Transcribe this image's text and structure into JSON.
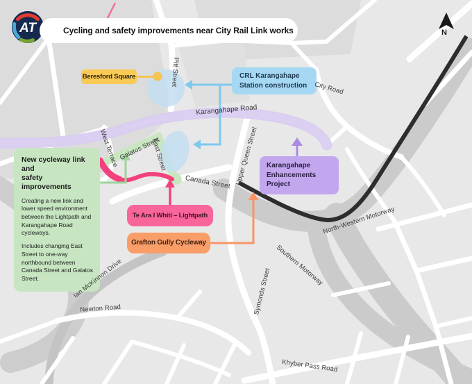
{
  "header": {
    "title": "Cycling and safety improvements near City Rail Link works",
    "logo_text": "AT"
  },
  "north_label": "N",
  "callouts": {
    "beresford": {
      "label": "Beresford Square"
    },
    "crl_station": {
      "line1": "CRL Karangahape",
      "line2": "Station construction"
    },
    "karangahape_enhancements": {
      "line1": "Karangahape",
      "line2": "Enhancements Project"
    },
    "lightpath": {
      "label": "Te Ara I Whiti – Lightpath"
    },
    "grafton_gully": {
      "label": "Grafton Gully Cycleway"
    },
    "new_cycleway_panel": {
      "title_line1": "New cycleway link and",
      "title_line2": "safety improvements",
      "para1": "Creating a new link and lower speed environment between the Lightpath and Karangahape Road cycleways.",
      "para2": "Includes changing East Street to one-way northbound between Canada Street and Galatos Street."
    }
  },
  "street_labels": {
    "pitt": "Pitt Street",
    "city_road": "City Road",
    "karangahape_road": "Karangahape Road",
    "west_terrace": "West Terrace",
    "galatos": "Galatos Street",
    "east": "East Street",
    "canada": "Canada Street",
    "upper_queen": "Upper Queen Street",
    "north_western_motorway": "North-Western Motorway",
    "southern_motorway": "Southern Motorway",
    "ian_mckinnon": "Ian McKinnon Drive",
    "newton": "Newton Road",
    "symonds": "Symonds Street",
    "khyber": "Khyber Pass Road"
  },
  "colors": {
    "map_base": "#e8e8e8",
    "map_blocks": "#dcdcdc",
    "motorway_corridor": "#cbcbcb",
    "street_white": "#ffffff",
    "beresford_bg": "#f9ca55",
    "beresford_connector": "#f6c44f",
    "crl_bg": "#a6d8f3",
    "crl_connector": "#7fc9ee",
    "enhancements_bg": "#c2a7ee",
    "enhancements_connector": "#ab8ae4",
    "lightpath_bg": "#f8659b",
    "lightpath_line": "#f2417c",
    "grafton_bg": "#f99e69",
    "grafton_connector": "#f89464",
    "panel_bg": "#c6e5c0",
    "cycleway_green": "#c8e6c0",
    "green_connector": "#9fd49a",
    "karangahape_band": "#d8ccf0",
    "construction_blob": "#c3def1",
    "motorway_line": "#2d2d2d"
  }
}
